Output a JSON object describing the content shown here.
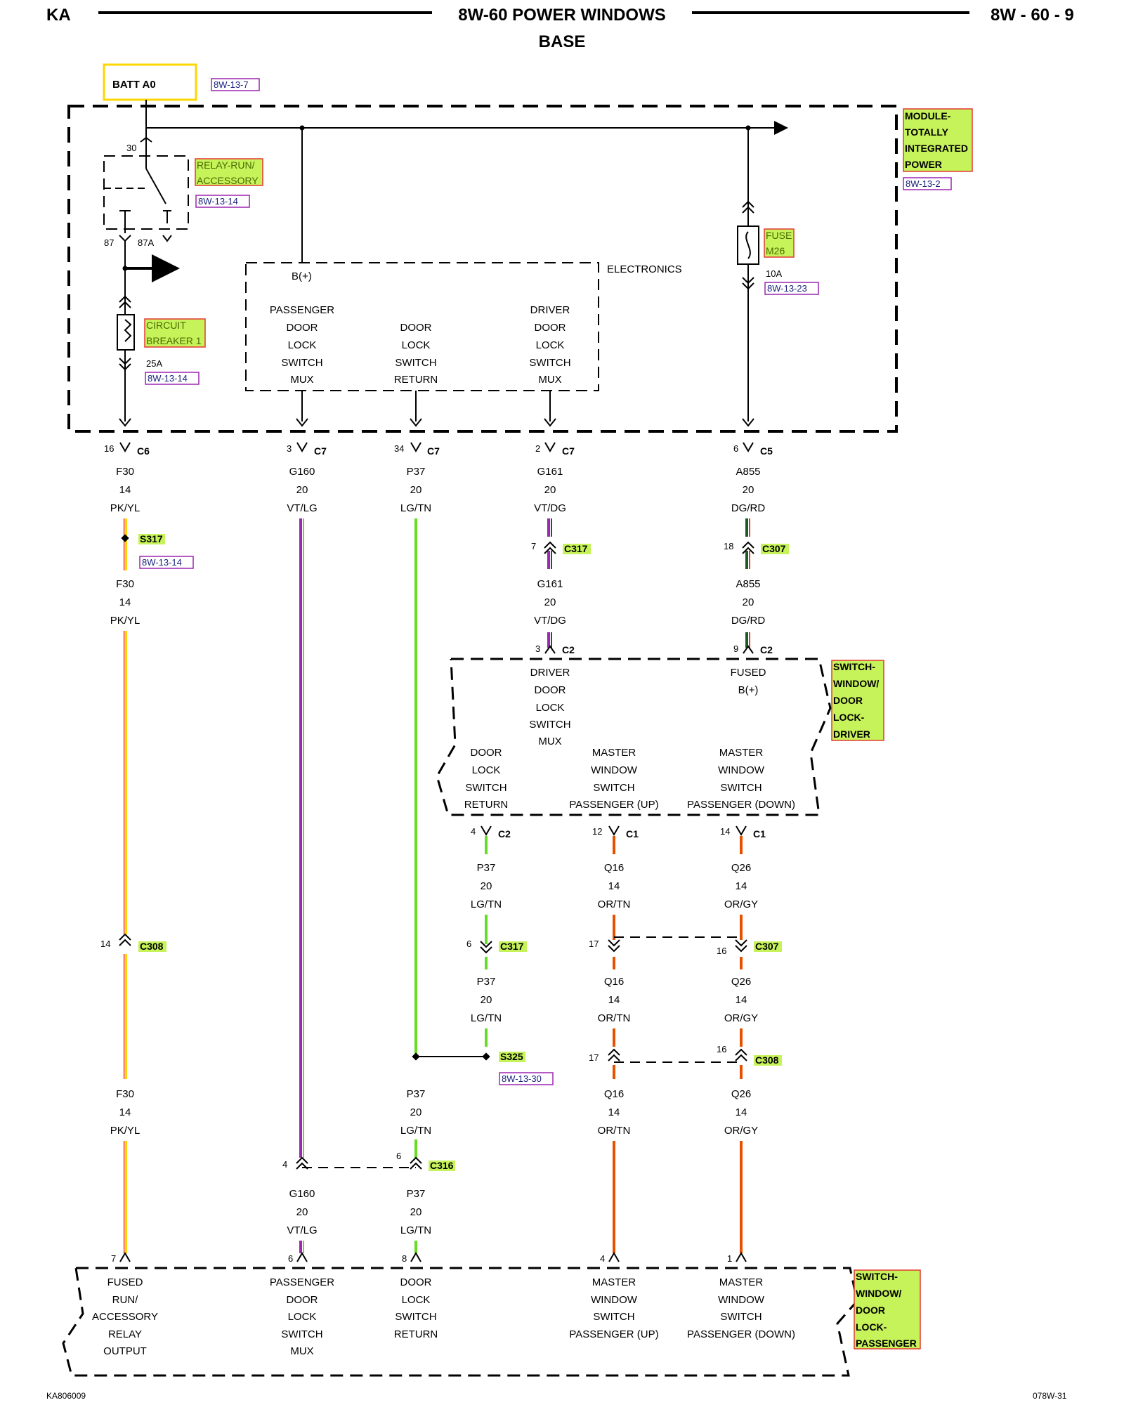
{
  "header": {
    "left": "KA",
    "title_line1": "8W-60 POWER WINDOWS",
    "title_line2": "BASE",
    "right": "8W - 60 - 9"
  },
  "footer": {
    "left": "KA806009",
    "right": "078W-31"
  },
  "labels": {
    "batt": "BATT A0",
    "ref_8w137": "8W-13-7",
    "module_l1": "MODULE-",
    "module_l2": "TOTALLY",
    "module_l3": "INTEGRATED",
    "module_l4": "POWER",
    "ref_8w132": "8W-13-2",
    "relay_l1": "RELAY-RUN/",
    "relay_l2": "ACCESSORY",
    "ref_8w1314a": "8W-13-14",
    "pin30": "30",
    "pin87": "87",
    "pin87a": "87A",
    "cb_l1": "CIRCUIT",
    "cb_l2": "BREAKER 1",
    "cb_amp": "25A",
    "ref_8w1314b": "8W-13-14",
    "fuse_l1": "FUSE",
    "fuse_l2": "M26",
    "fuse_amp": "10A",
    "ref_8w1323": "8W-13-23",
    "electronics": "ELECTRONICS",
    "bplus": "B(+)",
    "pass_mux": [
      "PASSENGER",
      "DOOR",
      "LOCK",
      "SWITCH",
      "MUX"
    ],
    "dls_return": [
      "DOOR",
      "LOCK",
      "SWITCH",
      "RETURN"
    ],
    "drv_mux": [
      "DRIVER",
      "DOOR",
      "LOCK",
      "SWITCH",
      "MUX"
    ],
    "c6_pin": "16",
    "c6": "C6",
    "c7a_pin": "3",
    "c7a": "C7",
    "c7b_pin": "34",
    "c7b": "C7",
    "c7c_pin": "2",
    "c7c": "C7",
    "c5_pin": "6",
    "c5": "C5",
    "w_f30": [
      "F30",
      "14",
      "PK/YL"
    ],
    "w_g160": [
      "G160",
      "20",
      "VT/LG"
    ],
    "w_p37": [
      "P37",
      "20",
      "LG/TN"
    ],
    "w_g161": [
      "G161",
      "20",
      "VT/DG"
    ],
    "w_a855": [
      "A855",
      "20",
      "DG/RD"
    ],
    "s317": "S317",
    "ref_8w1314c": "8W-13-14",
    "c317a_pin": "7",
    "c317a": "C317",
    "c307a_pin": "18",
    "c307a": "C307",
    "w_f30b": [
      "F30",
      "14",
      "PK/YL"
    ],
    "w_g161b": [
      "G161",
      "20",
      "VT/DG"
    ],
    "w_a855b": [
      "A855",
      "20",
      "DG/RD"
    ],
    "c2a_pin": "3",
    "c2a": "C2",
    "c2b_pin": "9",
    "c2b": "C2",
    "drv_sw_dls_mux": [
      "DRIVER",
      "DOOR",
      "LOCK",
      "SWITCH",
      "MUX"
    ],
    "drv_sw_fused": [
      "FUSED",
      "B(+)"
    ],
    "drv_sw_ret": [
      "DOOR",
      "LOCK",
      "SWITCH",
      "RETURN"
    ],
    "drv_sw_up": [
      "MASTER",
      "WINDOW",
      "SWITCH",
      "PASSENGER (UP)"
    ],
    "drv_sw_down": [
      "MASTER",
      "WINDOW",
      "SWITCH",
      "PASSENGER (DOWN)"
    ],
    "sw_drv_l1": "SWITCH-",
    "sw_drv_l2": "WINDOW/",
    "sw_drv_l3": "DOOR",
    "sw_drv_l4": "LOCK-",
    "sw_drv_l5": "DRIVER",
    "c2c_pin": "4",
    "c2c": "C2",
    "c1a_pin": "12",
    "c1a": "C1",
    "c1b_pin": "14",
    "c1b": "C1",
    "w_p37b": [
      "P37",
      "20",
      "LG/TN"
    ],
    "w_q16": [
      "Q16",
      "14",
      "OR/TN"
    ],
    "w_q26": [
      "Q26",
      "14",
      "OR/GY"
    ],
    "c308a_pin": "14",
    "c308a": "C308",
    "c317b_pin": "6",
    "c317b": "C317",
    "c307b_pin1": "17",
    "c307b_pin2": "16",
    "c307b": "C307",
    "w_p37c": [
      "P37",
      "20",
      "LG/TN"
    ],
    "w_q16b": [
      "Q16",
      "14",
      "OR/TN"
    ],
    "w_q26b": [
      "Q26",
      "14",
      "OR/GY"
    ],
    "s325": "S325",
    "ref_8w1330": "8W-13-30",
    "c308b_pin1": "17",
    "c308b_pin2": "16",
    "c308b": "C308",
    "w_f30c": [
      "F30",
      "14",
      "PK/YL"
    ],
    "w_p37d": [
      "P37",
      "20",
      "LG/TN"
    ],
    "w_q16c": [
      "Q16",
      "14",
      "OR/TN"
    ],
    "w_q26c": [
      "Q26",
      "14",
      "OR/GY"
    ],
    "c316_pin1": "4",
    "c316_pin2": "6",
    "c316": "C316",
    "w_g160b": [
      "G160",
      "20",
      "VT/LG"
    ],
    "w_p37e": [
      "P37",
      "20",
      "LG/TN"
    ],
    "ps_pin7": "7",
    "ps_pin6": "6",
    "ps_pin8": "8",
    "ps_pin4": "4",
    "ps_pin1": "1",
    "ps_fused": [
      "FUSED",
      "RUN/",
      "ACCESSORY",
      "RELAY",
      "OUTPUT"
    ],
    "ps_mux": [
      "PASSENGER",
      "DOOR",
      "LOCK",
      "SWITCH",
      "MUX"
    ],
    "ps_ret": [
      "DOOR",
      "LOCK",
      "SWITCH",
      "RETURN"
    ],
    "ps_up": [
      "MASTER",
      "WINDOW",
      "SWITCH",
      "PASSENGER (UP)"
    ],
    "ps_down": [
      "MASTER",
      "WINDOW",
      "SWITCH",
      "PASSENGER (DOWN)"
    ],
    "sw_pas_l1": "SWITCH-",
    "sw_pas_l2": "WINDOW/",
    "sw_pas_l3": "DOOR",
    "sw_pas_l4": "LOCK-",
    "sw_pas_l5": "PASSENGER"
  },
  "colors": {
    "pk": "#ff8a65",
    "yl": "#ffd600",
    "vt": "#9c27b0",
    "lg": "#66dd22",
    "dg": "#1b5e20",
    "rd": "#e53935",
    "or": "#e65100",
    "highlight": "#c6f25a"
  }
}
